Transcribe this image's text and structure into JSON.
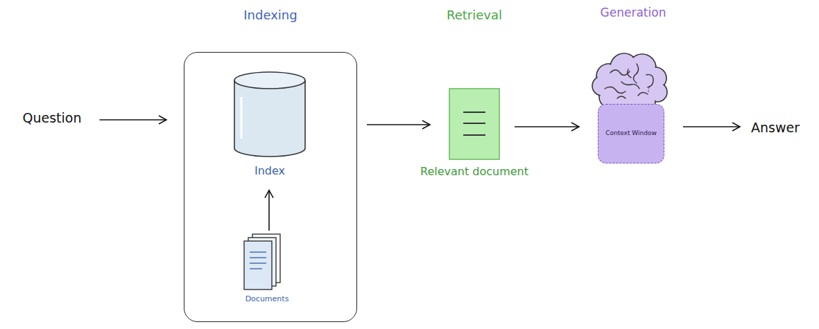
{
  "diagram": {
    "nodes": [
      {
        "text": [
          "Question"
        ]
      },
      {
        "text": [
          "Indexing"
        ]
      },
      {
        "text": [
          "Index"
        ],
        "in": 1
      },
      {
        "text": [
          "Documents"
        ],
        "in": 1
      },
      {
        "text": [
          "Retrieval",
          "Relevant document"
        ]
      },
      {
        "text": [
          "Generation",
          "Context Window"
        ]
      },
      {
        "text": [
          "Answer"
        ]
      }
    ],
    "edges": [
      {
        "from": 0,
        "to": 1,
        "arrow": "to"
      },
      {
        "from": 3,
        "to": 2,
        "arrow": "to"
      },
      {
        "from": 1,
        "to": 4,
        "arrow": "to"
      },
      {
        "from": 4,
        "to": 5,
        "arrow": "to"
      },
      {
        "from": 5,
        "to": 6,
        "arrow": "to"
      }
    ]
  }
}
